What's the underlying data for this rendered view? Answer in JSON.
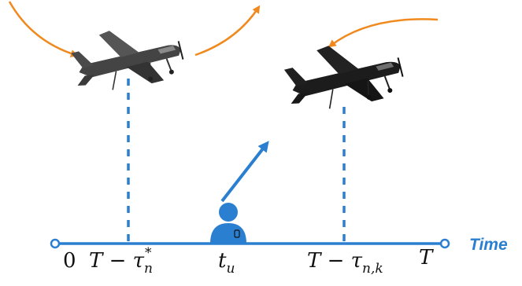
{
  "colors": {
    "axis": "#2b7fd0",
    "arrow_orange": "#f08a1e",
    "plane_left": "#444444",
    "plane_right": "#1c1c1c",
    "user": "#2b7fd0",
    "time_label": "#2b7fd0"
  },
  "icons": [
    "airplane-icon",
    "airplane-icon",
    "user-icon"
  ],
  "axis": {
    "time_label": "Time",
    "label_zero": "0",
    "label_t_minus_tau_star": "T − τ",
    "label_t_minus_tau_star_sub": "n",
    "label_t_minus_tau_star_sup": "*",
    "label_t_u": "t",
    "label_t_u_sub": "u",
    "label_t_minus_tau_nk": "T − τ",
    "label_t_minus_tau_nk_sub": "n,k",
    "label_t_end": "T"
  }
}
